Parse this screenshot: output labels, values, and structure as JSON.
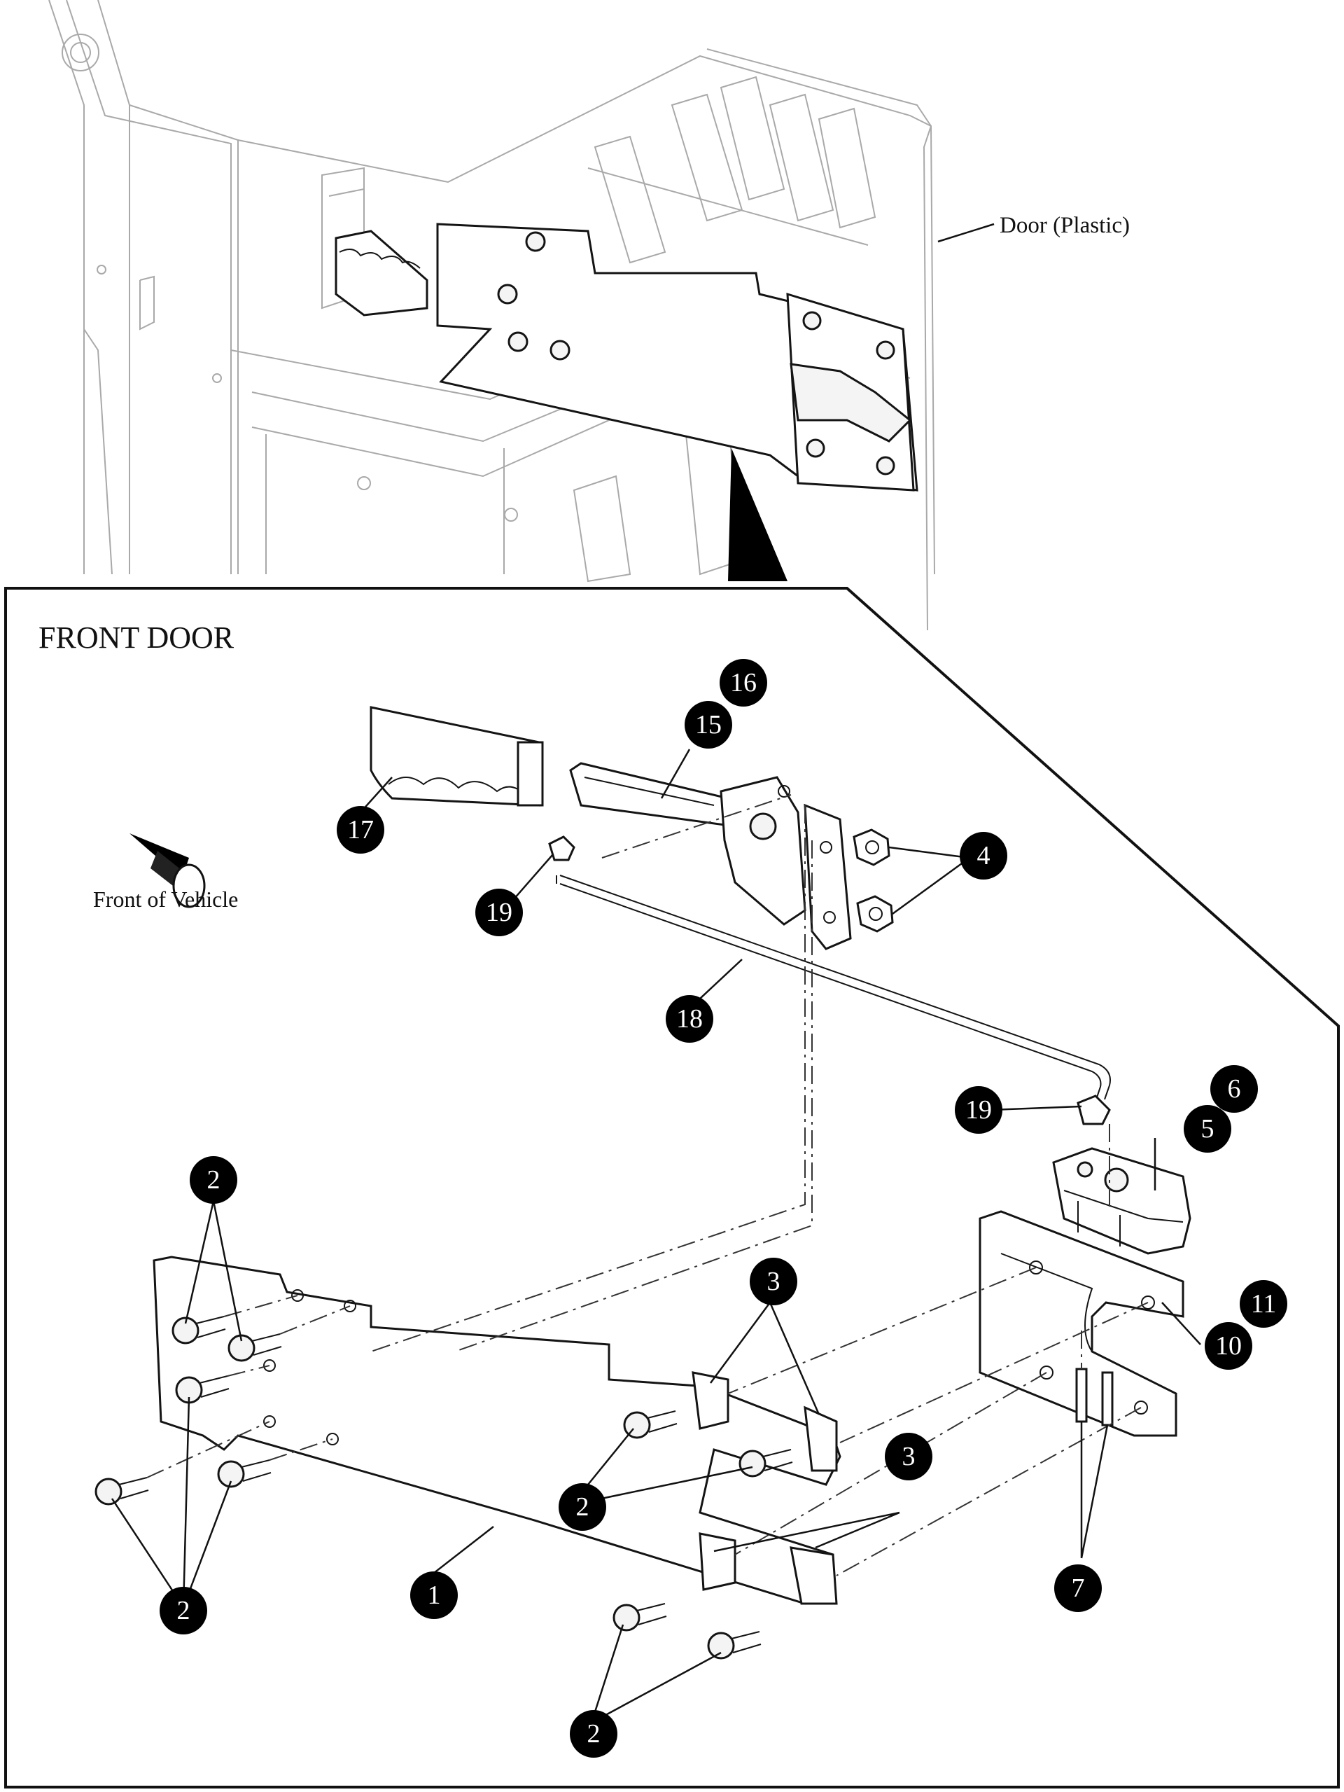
{
  "labels": {
    "door": "Door (Plastic)",
    "inset_title": "FRONT DOOR",
    "front_of_vehicle": "Front of Vehicle"
  },
  "callouts": [
    {
      "id": "c17",
      "num": "17"
    },
    {
      "id": "c16",
      "num": "16"
    },
    {
      "id": "c15",
      "num": "15"
    },
    {
      "id": "c4",
      "num": "4"
    },
    {
      "id": "c19a",
      "num": "19"
    },
    {
      "id": "c18",
      "num": "18"
    },
    {
      "id": "c6",
      "num": "6"
    },
    {
      "id": "c19b",
      "num": "19"
    },
    {
      "id": "c5",
      "num": "5"
    },
    {
      "id": "c2a",
      "num": "2"
    },
    {
      "id": "c3a",
      "num": "3"
    },
    {
      "id": "c11",
      "num": "11"
    },
    {
      "id": "c10",
      "num": "10"
    },
    {
      "id": "c2b",
      "num": "2"
    },
    {
      "id": "c3b",
      "num": "3"
    },
    {
      "id": "c1",
      "num": "1"
    },
    {
      "id": "c2c",
      "num": "2"
    },
    {
      "id": "c7",
      "num": "7"
    },
    {
      "id": "c2d",
      "num": "2"
    }
  ],
  "colors": {
    "ink": "#111111",
    "ghost": "#a9a9a9",
    "callout_fill": "#000000",
    "callout_text": "#ffffff"
  }
}
